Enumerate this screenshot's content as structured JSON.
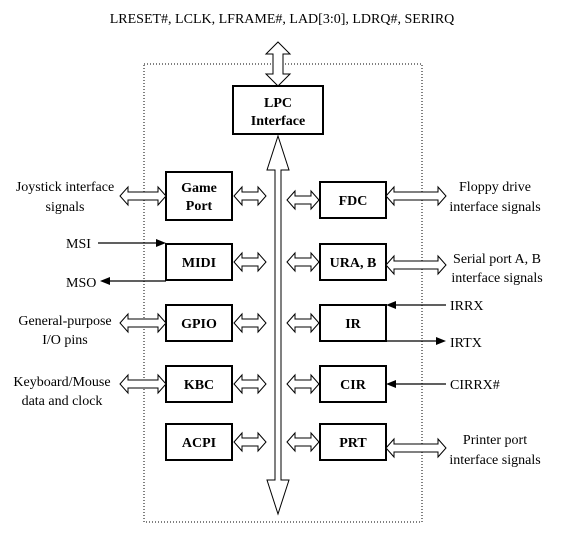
{
  "bus_signals": "LRESET#, LCLK, LFRAME#, LAD[3:0], LDRQ#, SERIRQ",
  "lpc": {
    "line1": "LPC",
    "line2": "Interface"
  },
  "left_blocks": {
    "game_port": {
      "line1": "Game",
      "line2": "Port"
    },
    "midi": "MIDI",
    "gpio": "GPIO",
    "kbc": "KBC",
    "acpi": "ACPI"
  },
  "right_blocks": {
    "fdc": "FDC",
    "ura_b": "URA, B",
    "ir": "IR",
    "cir": "CIR",
    "prt": "PRT"
  },
  "left_labels": {
    "joystick": {
      "line1": "Joystick interface",
      "line2": "signals"
    },
    "msi": "MSI",
    "mso": "MSO",
    "gpio_pins": {
      "line1": "General-purpose",
      "line2": "I/O pins"
    },
    "keyboard": {
      "line1": "Keyboard/Mouse",
      "line2": "data and clock"
    }
  },
  "right_labels": {
    "floppy": {
      "line1": "Floppy drive",
      "line2": "interface signals"
    },
    "serial": {
      "line1": "Serial port A, B",
      "line2": "interface signals"
    },
    "irrx": "IRRX",
    "irtx": "IRTX",
    "cirrx": "CIRRX#",
    "printer": {
      "line1": "Printer port",
      "line2": "interface signals"
    }
  }
}
